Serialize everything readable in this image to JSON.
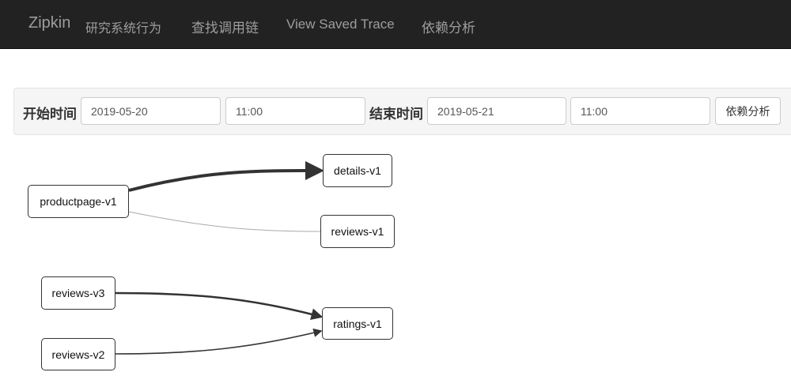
{
  "navbar": {
    "brand": "Zipkin",
    "subtitle": "研究系统行为",
    "links": [
      {
        "label": "查找调用链"
      },
      {
        "label": "View Saved Trace"
      },
      {
        "label": "依赖分析"
      }
    ],
    "background": "#222222",
    "text_color": "#9d9d9d"
  },
  "form": {
    "start_label": "开始时间",
    "start_date": "2019-05-20",
    "start_time": "11:00",
    "end_label": "结束时间",
    "end_date": "2019-05-21",
    "end_time": "11:00",
    "submit_label": "依赖分析"
  },
  "graph": {
    "nodes": [
      {
        "id": "productpage-v1",
        "label": "productpage-v1"
      },
      {
        "id": "details-v1",
        "label": "details-v1"
      },
      {
        "id": "reviews-v1",
        "label": "reviews-v1"
      },
      {
        "id": "reviews-v3",
        "label": "reviews-v3"
      },
      {
        "id": "reviews-v2",
        "label": "reviews-v2"
      },
      {
        "id": "ratings-v1",
        "label": "ratings-v1"
      }
    ],
    "edges": [
      {
        "from": "productpage-v1",
        "to": "details-v1",
        "weight": "heavy"
      },
      {
        "from": "productpage-v1",
        "to": "reviews-v1",
        "weight": "light"
      },
      {
        "from": "reviews-v3",
        "to": "ratings-v1",
        "weight": "medium"
      },
      {
        "from": "reviews-v2",
        "to": "ratings-v1",
        "weight": "normal"
      }
    ]
  }
}
